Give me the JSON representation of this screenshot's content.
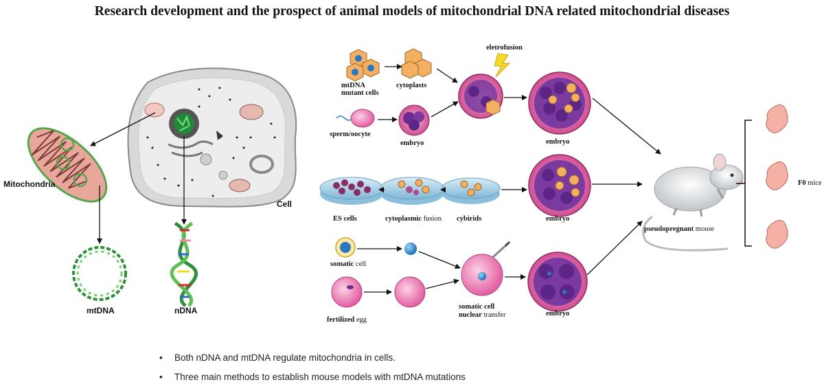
{
  "title": "Research development and the prospect of animal models of mitochondrial DNA related mitochondrial diseases",
  "left_labels": {
    "mitochondria": "Mitochondria",
    "cell": "Cell",
    "mtdna": "mtDNA",
    "ndna": "nDNA"
  },
  "row1": {
    "mtdna_mutant": [
      "mtDNA",
      "mutant cells"
    ],
    "cytoplasts": "cytoplasts",
    "electrofusion": "eletrofusion",
    "sperm_oocyte": "sperm/oocyte",
    "embryo_small": "embryo",
    "embryo_large": "embryo"
  },
  "row2": {
    "es_cells": "ES cells",
    "cytoplasmic": "cytoplasmic",
    "fusion": " fusion",
    "cybirids": "cybirids",
    "embryo": "embryo"
  },
  "row3": {
    "somatic": "somatic",
    "cell": " cell",
    "fertilized": "fertilized",
    "egg": " egg",
    "scnt_line1": "somatic cell",
    "scnt_bold": "nuclear",
    "scnt_rest": " transfer",
    "embryo": "embryo"
  },
  "mouse": {
    "bold": "pseudopregnant",
    "rest": " mouse"
  },
  "f0": {
    "bold": "F0",
    "rest": " mice"
  },
  "notes": [
    {
      "bullet": "•",
      "text": "Both nDNA and mtDNA regulate mitochondria in cells."
    },
    {
      "bullet": "•",
      "text": "Three main methods to establish mouse models with mtDNA mutations"
    }
  ]
}
